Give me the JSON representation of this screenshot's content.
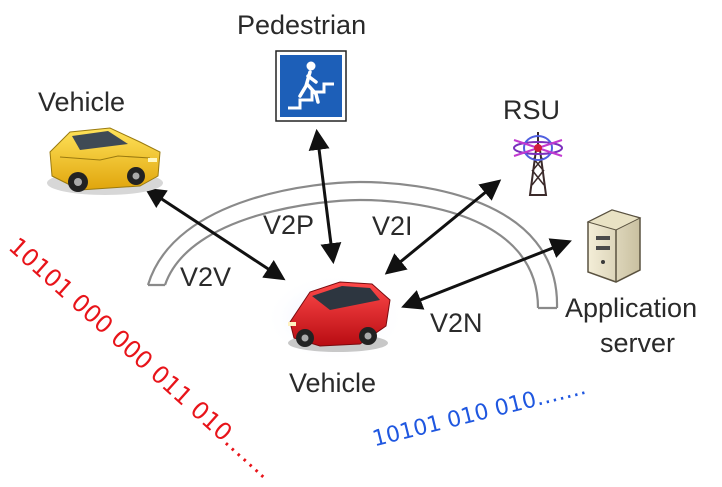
{
  "nodes": {
    "pedestrian": "Pedestrian",
    "vehicle_top": "Vehicle",
    "rsu": "RSU",
    "app_line1": "Application",
    "app_line2": "server",
    "vehicle_center": "Vehicle"
  },
  "links": {
    "v2v": "V2V",
    "v2p": "V2P",
    "v2i": "V2I",
    "v2n": "V2N"
  },
  "bitstreams": {
    "red": "10101 000 000 011 010…….",
    "blue": "10101 010 010……."
  },
  "colors": {
    "red_bits": "#e8141a",
    "blue_bits": "#1f57e0",
    "sign_blue": "#1d5fb8",
    "car_yellow": "#f2c21a",
    "car_red": "#d7141c"
  },
  "icons": [
    "pedestrian-sign-icon",
    "yellow-car-icon",
    "rsu-tower-icon",
    "server-icon",
    "red-car-icon"
  ]
}
